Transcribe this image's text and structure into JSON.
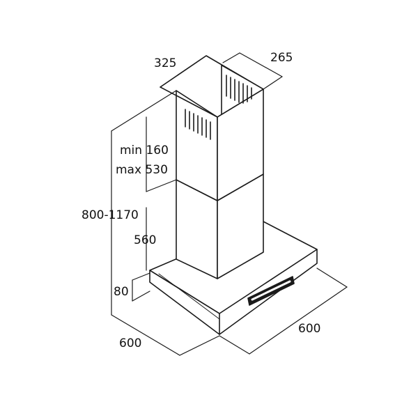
{
  "diagram": {
    "dimensions": {
      "chimney_width": "325",
      "chimney_depth": "265",
      "upper_min": "min 160",
      "upper_max": "max 530",
      "total_height": "800-1170",
      "lower_height": "560",
      "canopy_height": "80",
      "canopy_width": "600",
      "canopy_depth": "600"
    },
    "colors": {
      "line": "#1a1a1a",
      "background": "#ffffff"
    }
  }
}
